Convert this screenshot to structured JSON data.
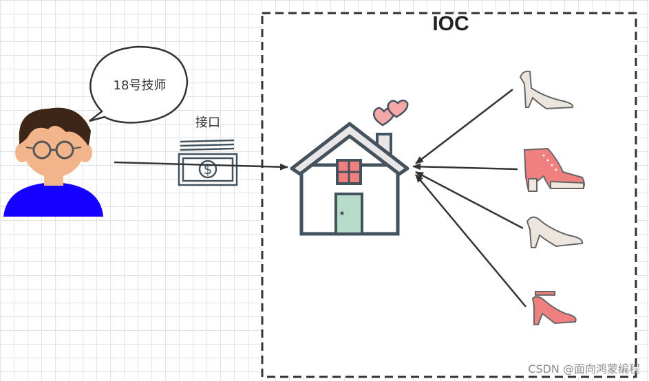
{
  "container": {
    "title": "IOC"
  },
  "speech_bubble": {
    "text": "18号技师"
  },
  "interface_label": "接口",
  "watermark": "CSDN @面向鸿蒙编程",
  "colors": {
    "shirt": "#1500ff",
    "outline": "#44525e",
    "shoe_pink": "#f08080",
    "heart": "#f4a8a8",
    "door": "#b6dcc9",
    "arrow": "#333333"
  },
  "icons": [
    "person-icon",
    "money-icon",
    "house-icon",
    "high-heel-icon"
  ]
}
